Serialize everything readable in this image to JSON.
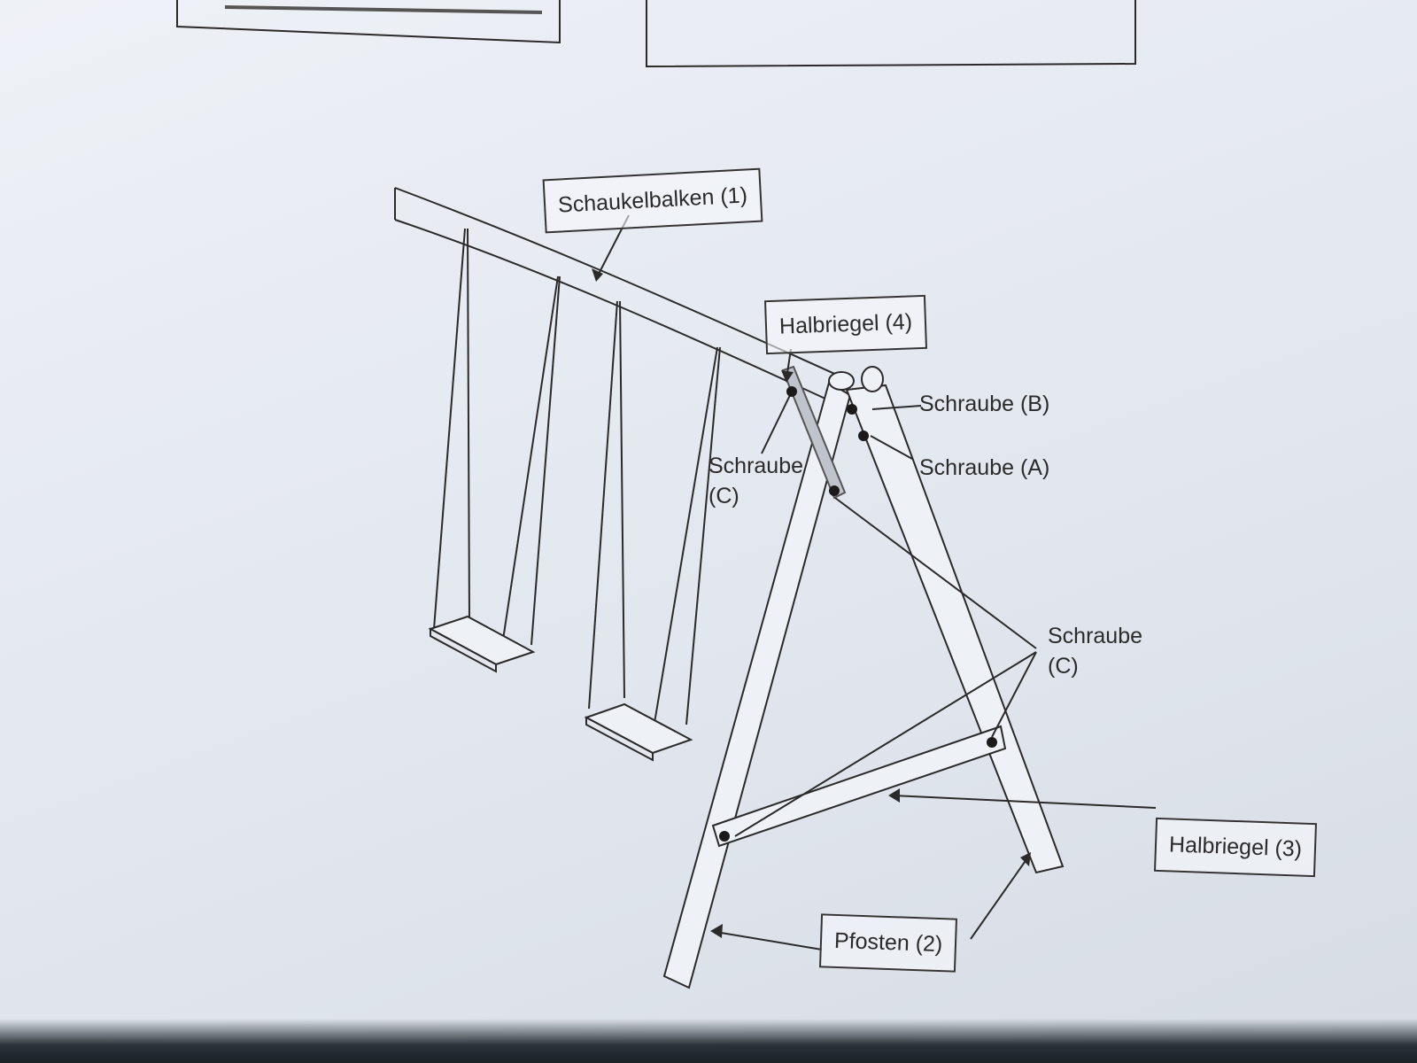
{
  "labels": {
    "beam": "Schaukelbalken (1)",
    "half_brace_top": "Halbriegel (4)",
    "screw_b": "Schraube (B)",
    "screw_a": "Schraube (A)",
    "screw_c_left_1": "Schraube",
    "screw_c_left_2": "(C)",
    "screw_c_right_1": "Schraube",
    "screw_c_right_2": "(C)",
    "half_brace_bottom": "Halbriegel (3)",
    "post": "Pfosten (2)"
  }
}
